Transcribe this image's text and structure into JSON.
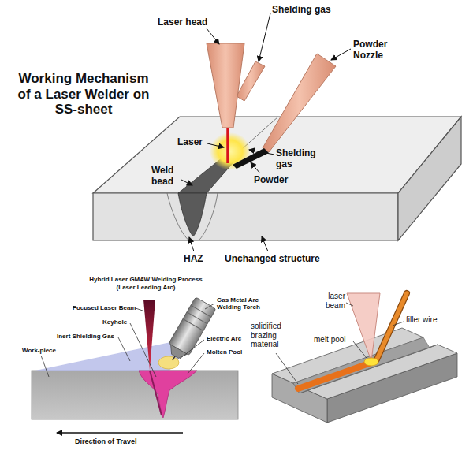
{
  "diagram": {
    "title": "Working Mechanism of a Laser Welder on SS-sheet",
    "labels": [
      "Laser head",
      "Shelding gas",
      "Powder Nozzle",
      "Laser",
      "Shelding gas",
      "Powder",
      "Weld bead",
      "HAZ",
      "Unchanged structure",
      "Hybrid Laser GMAW Welding Process",
      "(Laser Leading Arc)",
      "Focused Laser Beam",
      "Gas Metal Arc Welding Torch",
      "Keyhole",
      "Inert Shielding Gas",
      "Electric Arc",
      "Work-piece",
      "Molten Pool",
      "Direction of Travel",
      "laser beam",
      "solidified brazing material",
      "melt pool",
      "filler wire"
    ]
  }
}
